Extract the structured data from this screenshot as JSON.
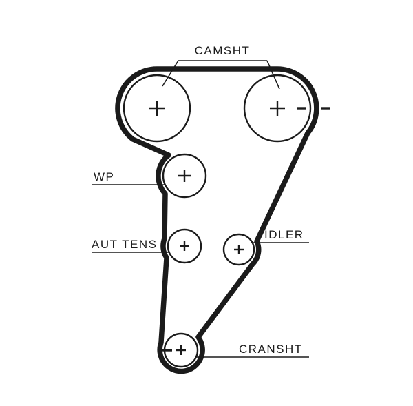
{
  "diagram": {
    "labels": {
      "camshaft": "CAMSHT",
      "water_pump": "WP",
      "auto_tensioner": "AUT TENS",
      "idler": "IDLER",
      "crankshaft": "CRANSHT"
    },
    "marks": {
      "pulley_center": "+",
      "timing_dash": "-"
    },
    "colors": {
      "line": "#1b1b1b",
      "background": "#ffffff"
    }
  }
}
